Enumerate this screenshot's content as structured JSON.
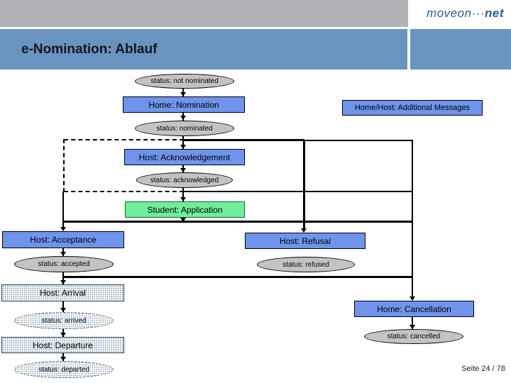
{
  "header": {
    "logo_moveon": "moveon",
    "logo_dots": "···",
    "logo_net": "net",
    "title": "e-Nomination: Ablauf"
  },
  "nodes": {
    "status_not_nominated": {
      "label": "status: not nominated",
      "type": "status"
    },
    "home_nomination": {
      "label": "Home: Nomination",
      "type": "action"
    },
    "additional_messages": {
      "label": "Home/Host: Additional Messages",
      "type": "action"
    },
    "status_nominated": {
      "label": "status: nominated",
      "type": "status"
    },
    "host_acknowledgement": {
      "label": "Host: Acknowledgement",
      "type": "action"
    },
    "status_acknowledged": {
      "label": "status: acknowledged",
      "type": "status"
    },
    "student_application": {
      "label": "Student: Application",
      "type": "student-action"
    },
    "host_acceptance": {
      "label": "Host: Acceptance",
      "type": "action"
    },
    "host_refusal": {
      "label": "Host: Refusal",
      "type": "action"
    },
    "status_accepted": {
      "label": "status: accepted",
      "type": "status"
    },
    "status_refused": {
      "label": "status: refused",
      "type": "status"
    },
    "host_arrival": {
      "label": "Host: Arrival",
      "type": "future-action"
    },
    "home_cancellation": {
      "label": "Home: Cancellation",
      "type": "action"
    },
    "status_arrived": {
      "label": "status: arrived",
      "type": "future-status"
    },
    "status_cancelled": {
      "label": "status: cancelled",
      "type": "status"
    },
    "host_departure": {
      "label": "Host: Departure",
      "type": "future-action"
    },
    "status_departed": {
      "label": "status: departed",
      "type": "future-status"
    }
  },
  "footer": {
    "page": "Seite 24 / 78"
  },
  "colors": {
    "action_blue": "#6e94ec",
    "status_gray": "#c3c3c3",
    "student_green": "#70ee9d",
    "band_blue": "#6a94c0",
    "band_gray": "#b1b3b6",
    "logo_blue": "#2e5e8c"
  }
}
